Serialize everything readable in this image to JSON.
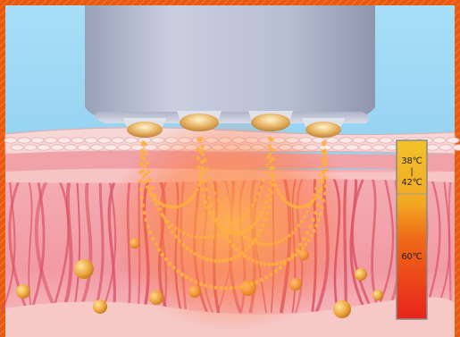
{
  "illustration": {
    "subject": "",
    "layers": [
      "applicator-head",
      "electrodes",
      "epidermis",
      "dermis",
      "collagen-fibers",
      "fat-cells",
      "rf-heat-waves"
    ]
  },
  "temperature_scale": {
    "low_label": "38℃",
    "separator": "|",
    "mid_label": "42℃",
    "high_label": "60℃",
    "colors": {
      "top": "#f2c22a",
      "middle": "#f07d18",
      "bottom": "#e8241c",
      "frame": "#8a8a8a"
    }
  },
  "colors": {
    "border": "#e85a12",
    "sky": "#8fd0f0",
    "device_body": "#b9bfd2",
    "electrode": "#d9a35a",
    "epidermis": "#f4c9c9",
    "dermis": "#f3a3ab",
    "fiber": "#d94a5c",
    "heat": "#ff8a2a",
    "fat_cell": "#f0b040"
  },
  "electrodes": [
    "electrode-1",
    "electrode-2",
    "electrode-3",
    "electrode-4"
  ]
}
